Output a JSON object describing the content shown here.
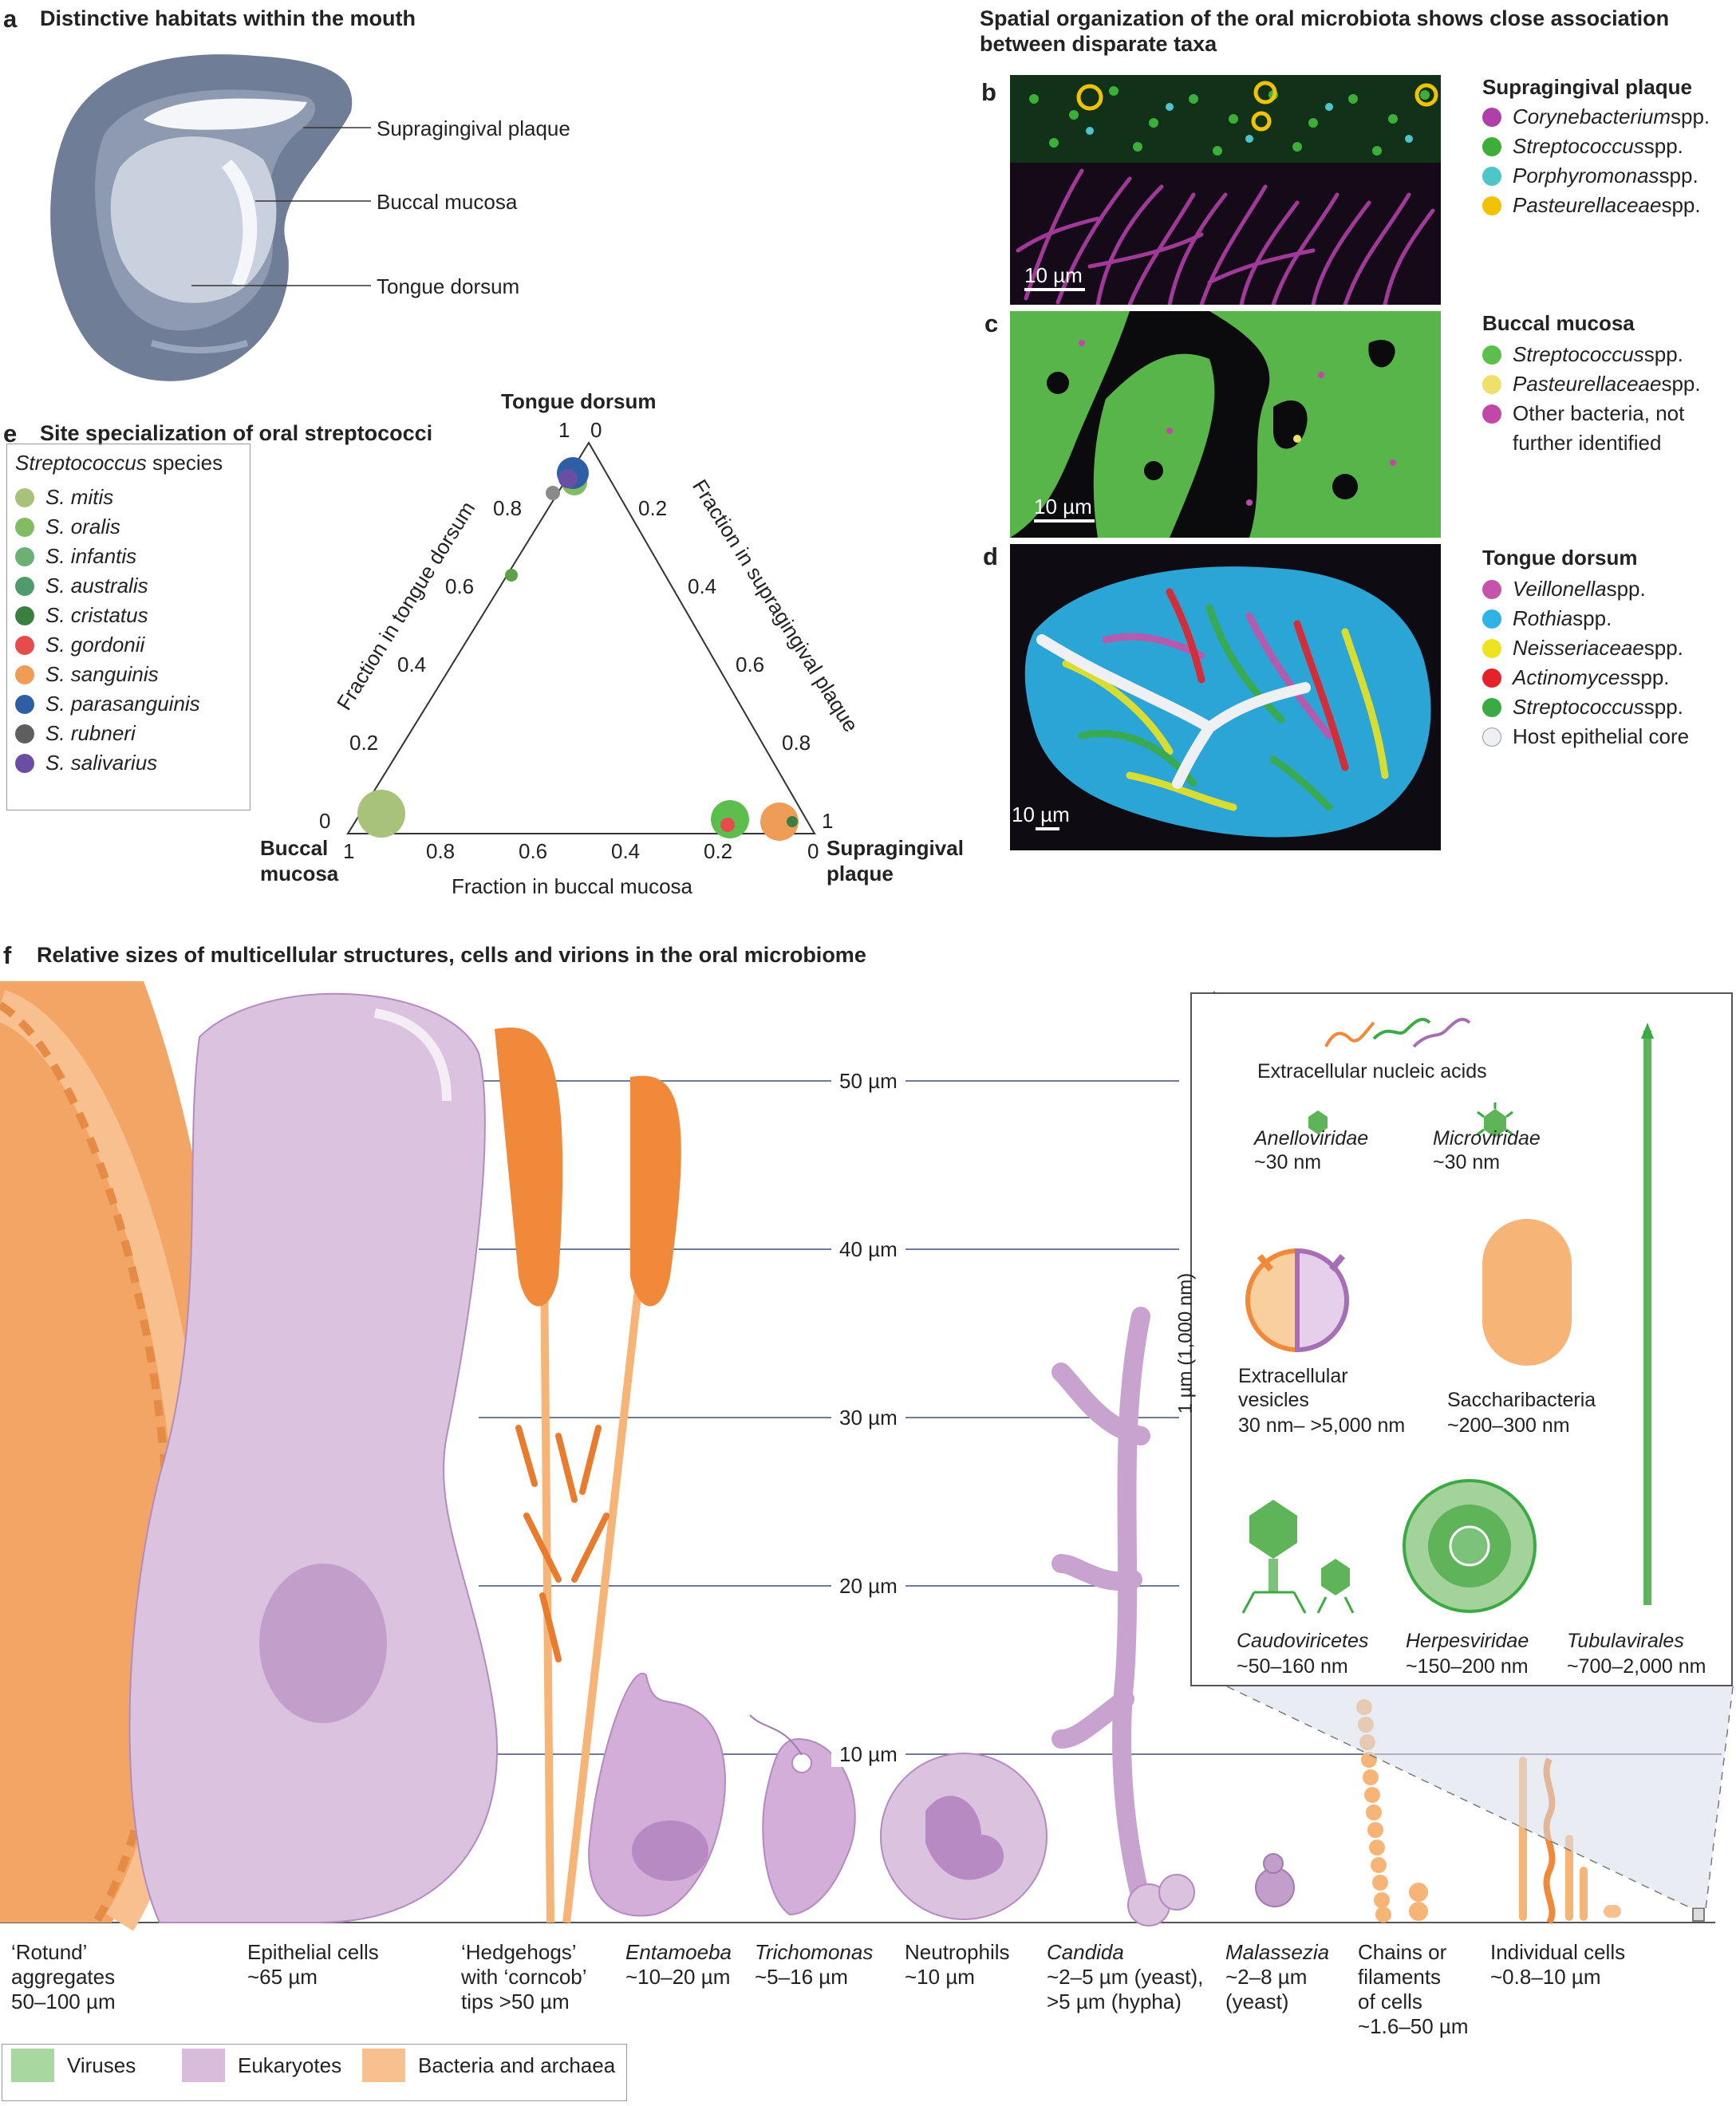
{
  "panel_a": {
    "letter": "a",
    "title": "Distinctive habitats within the mouth",
    "callouts": [
      "Supragingival plaque",
      "Buccal mucosa",
      "Tongue dorsum"
    ]
  },
  "spatial": {
    "title_line1": "Spatial organization of the oral microbiota shows close association",
    "title_line2": "between disparate taxa"
  },
  "panel_b": {
    "letter": "b",
    "scale": "10 µm",
    "legend_title": "Supragingival plaque",
    "items": [
      {
        "label": "Corynebacterium",
        "suffix": " spp.",
        "color": "#b13fa8"
      },
      {
        "label": "Streptococcus",
        "suffix": " spp.",
        "color": "#3dae3a"
      },
      {
        "label": "Porphyromonas",
        "suffix": " spp.",
        "color": "#4ec5c8"
      },
      {
        "label": "Pasteurellaceae",
        "suffix": " spp.",
        "color": "#f1c200"
      }
    ]
  },
  "panel_c": {
    "letter": "c",
    "scale": "10 µm",
    "legend_title": "Buccal mucosa",
    "items": [
      {
        "label": "Streptococcus",
        "suffix": " spp.",
        "color": "#5cbf4d",
        "italic": true
      },
      {
        "label": "Pasteurellaceae",
        "suffix": " spp.",
        "color": "#efe06b",
        "italic": true
      },
      {
        "label": "Other bacteria, not",
        "suffix": "",
        "color": "#c148a8",
        "italic": false
      }
    ],
    "last_line": "further identified"
  },
  "panel_d": {
    "letter": "d",
    "scale": "10 µm",
    "legend_title": "Tongue dorsum",
    "items": [
      {
        "label": "Veillonella",
        "suffix": " spp.",
        "color": "#c453a9",
        "italic": true
      },
      {
        "label": "Rothia",
        "suffix": " spp.",
        "color": "#2fb2e4",
        "italic": true
      },
      {
        "label": "Neisseriaceae",
        "suffix": " spp.",
        "color": "#ece41f",
        "italic": true
      },
      {
        "label": "Actinomyces",
        "suffix": " spp.",
        "color": "#e52229",
        "italic": true
      },
      {
        "label": "Streptococcus",
        "suffix": " spp.",
        "color": "#3aab43",
        "italic": true
      },
      {
        "label": "Host epithelial core",
        "suffix": "",
        "color": "#eef0f4",
        "italic": false
      }
    ]
  },
  "panel_e": {
    "letter": "e",
    "title": "Site specialization of oral streptococci",
    "legend_title_italic": "Streptococcus",
    "legend_title_rest": " species",
    "species": [
      {
        "name": "S. mitis",
        "color": "#a9c27a"
      },
      {
        "name": "S. oralis",
        "color": "#82bc62"
      },
      {
        "name": "S. infantis",
        "color": "#6cb074"
      },
      {
        "name": "S. australis",
        "color": "#4f9b6c"
      },
      {
        "name": "S. cristatus",
        "color": "#3b7e41"
      },
      {
        "name": "S. gordonii",
        "color": "#e64c4c"
      },
      {
        "name": "S. sanguinis",
        "color": "#ef9c56"
      },
      {
        "name": "S. parasanguinis",
        "color": "#2e5ea5"
      },
      {
        "name": "S. rubneri",
        "color": "#5e5e5e"
      },
      {
        "name": "S. salivarius",
        "color": "#6a4ea3"
      }
    ],
    "vertex_top": "Tongue dorsum",
    "vertex_left_1": "Buccal",
    "vertex_left_2": "mucosa",
    "vertex_right_1": "Supragingival",
    "vertex_right_2": "plaque",
    "axis_left": "Fraction in tongue dorsum",
    "axis_right": "Fraction in supragingival plaque",
    "axis_bottom": "Fraction in buccal mucosa",
    "left_ticks": [
      "0",
      "0.2",
      "0.4",
      "0.6",
      "0.8",
      "1"
    ],
    "right_ticks": [
      "0",
      "0.2",
      "0.4",
      "0.6",
      "0.8",
      "1"
    ],
    "bottom_ticks": [
      "1",
      "0.8",
      "0.6",
      "0.4",
      "0.2",
      "0"
    ]
  },
  "panel_f": {
    "letter": "f",
    "title": "Relative sizes of multicellular structures, cells and virions in the oral microbiome",
    "gridlines": [
      "50 µm",
      "40 µm",
      "30 µm",
      "20 µm",
      "10 µm"
    ],
    "captions": [
      {
        "l1": "‘Rotund’",
        "l2": "aggregates",
        "l3": "50–100 µm",
        "l4": ""
      },
      {
        "l1": "Epithelial cells",
        "l2": "~65 µm",
        "l3": "",
        "l4": ""
      },
      {
        "l1": "‘Hedgehogs’",
        "l2": "with ‘corncob’",
        "l3": "tips >50 µm",
        "l4": ""
      },
      {
        "l1": "Entamoeba",
        "l2": "~10–20 µm",
        "l3": "",
        "l4": ""
      },
      {
        "l1": "Trichomonas",
        "l2": "~5–16 µm",
        "l3": "",
        "l4": ""
      },
      {
        "l1": "Neutrophils",
        "l2": "~10 µm",
        "l3": "",
        "l4": ""
      },
      {
        "l1": "Candida",
        "l2": "~2–5 µm (yeast),",
        "l3": ">5 µm (hypha)",
        "l4": ""
      },
      {
        "l1": "Malassezia",
        "l2": "~2–8 µm",
        "l3": "(yeast)",
        "l4": ""
      },
      {
        "l1": "Chains or",
        "l2": "filaments",
        "l3": "of cells",
        "l4": "~1.6–50 µm"
      },
      {
        "l1": "Individual cells",
        "l2": "~0.8–10 µm",
        "l3": "",
        "l4": ""
      }
    ],
    "inset": {
      "scale_label": "1 µm (1,000 nm)",
      "nucleic": "Extracellular nucleic acids",
      "anello_name": "Anelloviridae",
      "anello_size": "~30 nm",
      "micro_name": "Microviridae",
      "micro_size": "~30 nm",
      "ev_l1": "Extracellular",
      "ev_l2": "vesicles",
      "ev_l3": "30 nm– >5,000 nm",
      "sacch_name": "Saccharibacteria",
      "sacch_size": "~200–300 nm",
      "caudo_name": "Caudoviricetes",
      "caudo_size": "~50–160 nm",
      "herpes_name": "Herpesviridae",
      "herpes_size": "~150–200 nm",
      "tubula_name": "Tubulavirales",
      "tubula_size": "~700–2,000 nm"
    },
    "key": [
      {
        "label": "Viruses",
        "color": "#a9d7a0"
      },
      {
        "label": "Eukaryotes",
        "color": "#d9bcdc"
      },
      {
        "label": "Bacteria and archaea",
        "color": "#f7c08e"
      }
    ]
  }
}
